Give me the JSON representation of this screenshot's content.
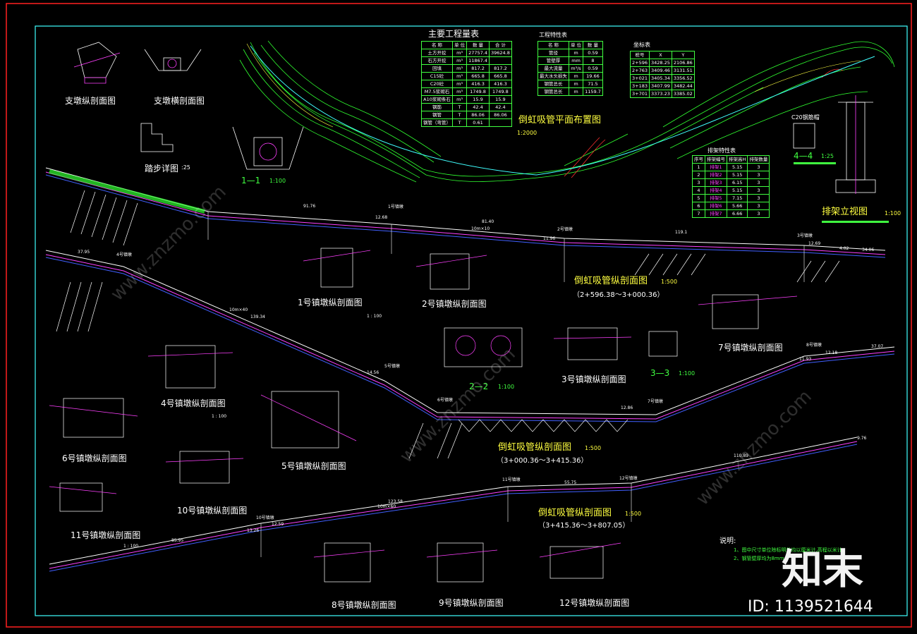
{
  "drawing": {
    "plan_title": "倒虹吸管平面布置图",
    "plan_scale": "1:2000",
    "main_table_title": "主要工程量表",
    "feature_table_title": "工程特性表",
    "coord_table_title": "坐标表",
    "bent_table_title": "排架特性表",
    "bent_elevation_title": "排架立视图",
    "bent_elevation_scale": "1:100",
    "section_44": "4—4",
    "section_44_scale": "1:25",
    "c20_cap": "C20钢筋帽",
    "support_long": "支墩纵剖面图",
    "support_trans": "支墩横剖面图",
    "step_detail": "踏步详图",
    "step_scale": ":25",
    "section_11": "1—1",
    "section_11_scale": "1:100",
    "section_22": "2—2",
    "section_22_scale": "1:100",
    "section_33": "3—3",
    "section_33_scale": "1:100",
    "profile1_title": "倒虹吸管纵剖面图",
    "profile1_scale": "1:500",
    "profile1_range": "（2+596.38～3+000.36）",
    "profile2_title": "倒虹吸管纵剖面图",
    "profile2_scale": "1:500",
    "profile2_range": "（3+000.36～3+415.36）",
    "profile3_title": "倒虹吸管纵剖面图",
    "profile3_scale": "1:500",
    "profile3_range": "（3+415.36～3+807.05）",
    "anchors": [
      "1号镇墩纵剖面图",
      "2号镇墩纵剖面图",
      "3号镇墩纵剖面图",
      "4号镇墩纵剖面图",
      "5号镇墩纵剖面图",
      "6号镇墩纵剖面图",
      "7号镇墩纵剖面图",
      "8号镇墩纵剖面图",
      "9号镇墩纵剖面图",
      "10号镇墩纵剖面图",
      "11号镇墩纵剖面图",
      "12号镇墩纵剖面图"
    ],
    "anchor_scale": "1 : 100",
    "notes_title": "说明:",
    "notes": [
      "1、图中尺寸单位除标明外均以厘米计,高程以米计。",
      "2、钢管壁厚均为8mm。"
    ],
    "watermark_brand": "知末",
    "watermark_id": "ID: 1139521644",
    "watermark_url": "www.znzmo.com"
  },
  "main_table": {
    "header": [
      "名 称",
      "单 位",
      "数 量",
      "合 计"
    ],
    "rows": [
      [
        "土方开挖",
        "m³",
        "27757.4",
        "39624.8"
      ],
      [
        "石方开挖",
        "m³",
        "11867.4",
        ""
      ],
      [
        "回填",
        "m³",
        "817.2",
        "817.2"
      ],
      [
        "C15砼",
        "m³",
        "665.8",
        "665.8"
      ],
      [
        "C20砼",
        "m³",
        "416.3",
        "416.3"
      ],
      [
        "M7.5浆砌石",
        "m³",
        "1749.8",
        "1749.8"
      ],
      [
        "A10浆砌条石",
        "m³",
        "15.9",
        "15.9"
      ],
      [
        "钢筋",
        "T",
        "42.4",
        "42.4"
      ],
      [
        "钢管",
        "T",
        "86.06",
        "86.06"
      ],
      [
        "钢管（弯管）",
        "T",
        "0.61",
        ""
      ]
    ]
  },
  "feature_table": {
    "header": [
      "名 称",
      "单 位",
      "数 量"
    ],
    "rows": [
      [
        "管径",
        "m",
        "0.59"
      ],
      [
        "管壁厚",
        "mm",
        "8"
      ],
      [
        "最大流量",
        "m³/s",
        "0.59"
      ],
      [
        "最大水头损失",
        "m",
        "19.66"
      ],
      [
        "钢管总长",
        "m",
        "71.5"
      ],
      [
        "钢管总长",
        "m",
        "1159.7"
      ]
    ]
  },
  "coord_table": {
    "header": [
      "桩号",
      "X",
      "Y"
    ],
    "rows": [
      [
        "2+596",
        "3428.25",
        "2106.86"
      ],
      [
        "2+763",
        "3409.46",
        "3131.51"
      ],
      [
        "3+021",
        "3405.34",
        "3356.52"
      ],
      [
        "3+183",
        "3407.99",
        "3482.44"
      ],
      [
        "3+701",
        "3373.23",
        "3385.02"
      ]
    ]
  },
  "bent_table": {
    "header": [
      "序号",
      "排架编号",
      "排架高H",
      "排架数量"
    ],
    "rows": [
      [
        "1",
        "排架1",
        "5.15",
        "3"
      ],
      [
        "2",
        "排架2",
        "5.15",
        "3"
      ],
      [
        "3",
        "排架3",
        "6.15",
        "3"
      ],
      [
        "4",
        "排架4",
        "5.15",
        "3"
      ],
      [
        "5",
        "排架5",
        "7.15",
        "3"
      ],
      [
        "6",
        "排架6",
        "5.66",
        "3"
      ],
      [
        "7",
        "排架7",
        "6.66",
        "3"
      ]
    ]
  },
  "profile_labels": {
    "p1": [
      "91.76",
      "81.40",
      "119.1",
      "34.06",
      "12.69",
      "12.68",
      "11.96",
      "4.02",
      "1号镇墩",
      "2号镇墩",
      "3号镇墩",
      "10m×10"
    ],
    "p2": [
      "37.95",
      "139.34",
      "14.56",
      "12.86",
      "37.07",
      "11.93",
      "12.18",
      "4号镇墩",
      "5号镇墩",
      "6号镇墩",
      "7号镇墩",
      "8号镇墩",
      "10m×40"
    ],
    "p3": [
      "85.95",
      "123.58",
      "55.75",
      "110.89",
      "9.76",
      "12.59",
      "13.26",
      "10号镇墩",
      "11号镇墩",
      "12号镇墩",
      "10m×60"
    ]
  },
  "colors": {
    "frame_red": "#ff2020",
    "frame_cyan": "#40ffff",
    "pipe_magenta": "#ff40ff",
    "pipe_blue": "#4040ff",
    "ground_white": "#ffffff",
    "title_yellow": "#ffff40",
    "table_green": "#40ff40"
  }
}
